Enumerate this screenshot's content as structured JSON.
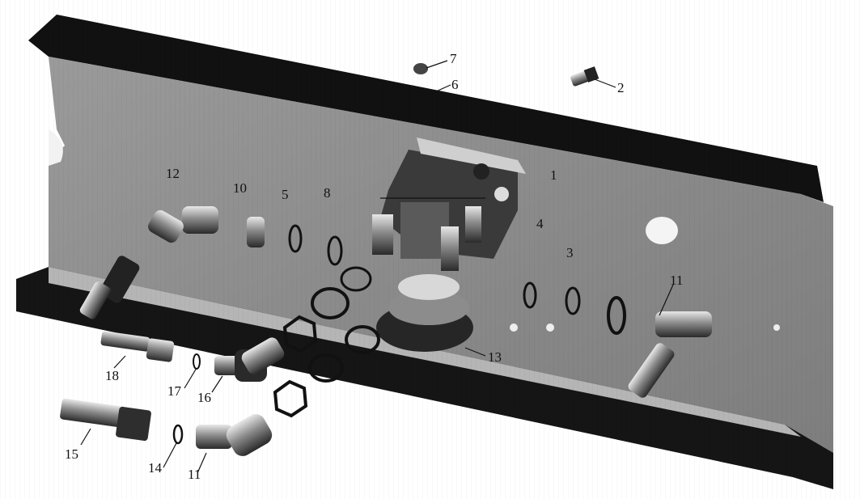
{
  "figure": {
    "watermark": "",
    "callouts": [
      {
        "id": "c7",
        "label": "7"
      },
      {
        "id": "c6",
        "label": "6"
      },
      {
        "id": "c2",
        "label": "2"
      },
      {
        "id": "c10",
        "label": "10"
      },
      {
        "id": "c5",
        "label": "5"
      },
      {
        "id": "c8",
        "label": "8"
      },
      {
        "id": "c4",
        "label": "4"
      },
      {
        "id": "c1",
        "label": "1"
      },
      {
        "id": "c3",
        "label": "3"
      },
      {
        "id": "c12",
        "label": "12"
      },
      {
        "id": "c11r",
        "label": "11"
      },
      {
        "id": "c13",
        "label": "13"
      },
      {
        "id": "c18",
        "label": "18"
      },
      {
        "id": "c17",
        "label": "17"
      },
      {
        "id": "c16",
        "label": "16"
      },
      {
        "id": "c15",
        "label": "15"
      },
      {
        "id": "c14",
        "label": "14"
      },
      {
        "id": "c11",
        "label": "11"
      }
    ]
  }
}
